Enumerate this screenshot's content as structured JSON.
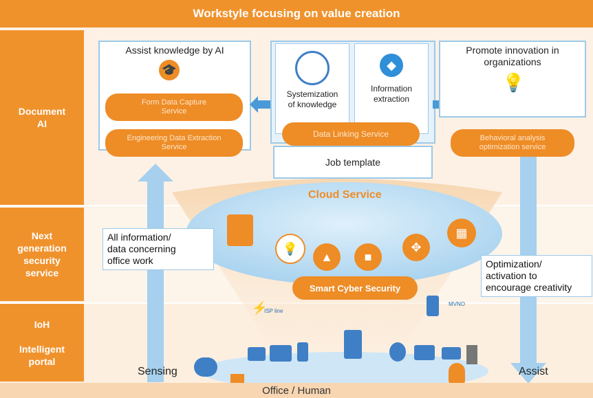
{
  "header": {
    "title": "Workstyle focusing on value creation"
  },
  "footer": {
    "label": "Office / Human"
  },
  "rows": {
    "document_ai": "Document\nAI",
    "security": "Next\ngeneration\nsecurity\nservice",
    "ioh": "IoH",
    "portal": "Intelligent\nportal"
  },
  "assist_box": {
    "title": "Assist knowledge by AI",
    "service1": "Form Data Capture\nService",
    "service2": "Engineering Data Extraction\nService"
  },
  "center_box": {
    "systemization": "Systemization\nof knowledge",
    "extraction": "Information\nextraction",
    "linking": "Data Linking Service",
    "job_template": "Job template"
  },
  "innovation_box": {
    "title": "Promote innovation in\norganizations",
    "service": "Behavioral analysis\noptimization service"
  },
  "cloud": {
    "label": "Cloud Service"
  },
  "security": {
    "label": "Smart Cyber Security"
  },
  "left_label": "All information/\ndata concerning\noffice work",
  "right_label": "Optimization/\nactivation to\nencourage creativity",
  "sensing": "Sensing",
  "assist": "Assist",
  "isp_line": "ISP line",
  "mvno": "MVNO",
  "colors": {
    "orange": "#f0922c",
    "light_orange": "#f8d6b1",
    "blue": "#9cc9e8",
    "dark_blue": "#3f7fc5"
  }
}
